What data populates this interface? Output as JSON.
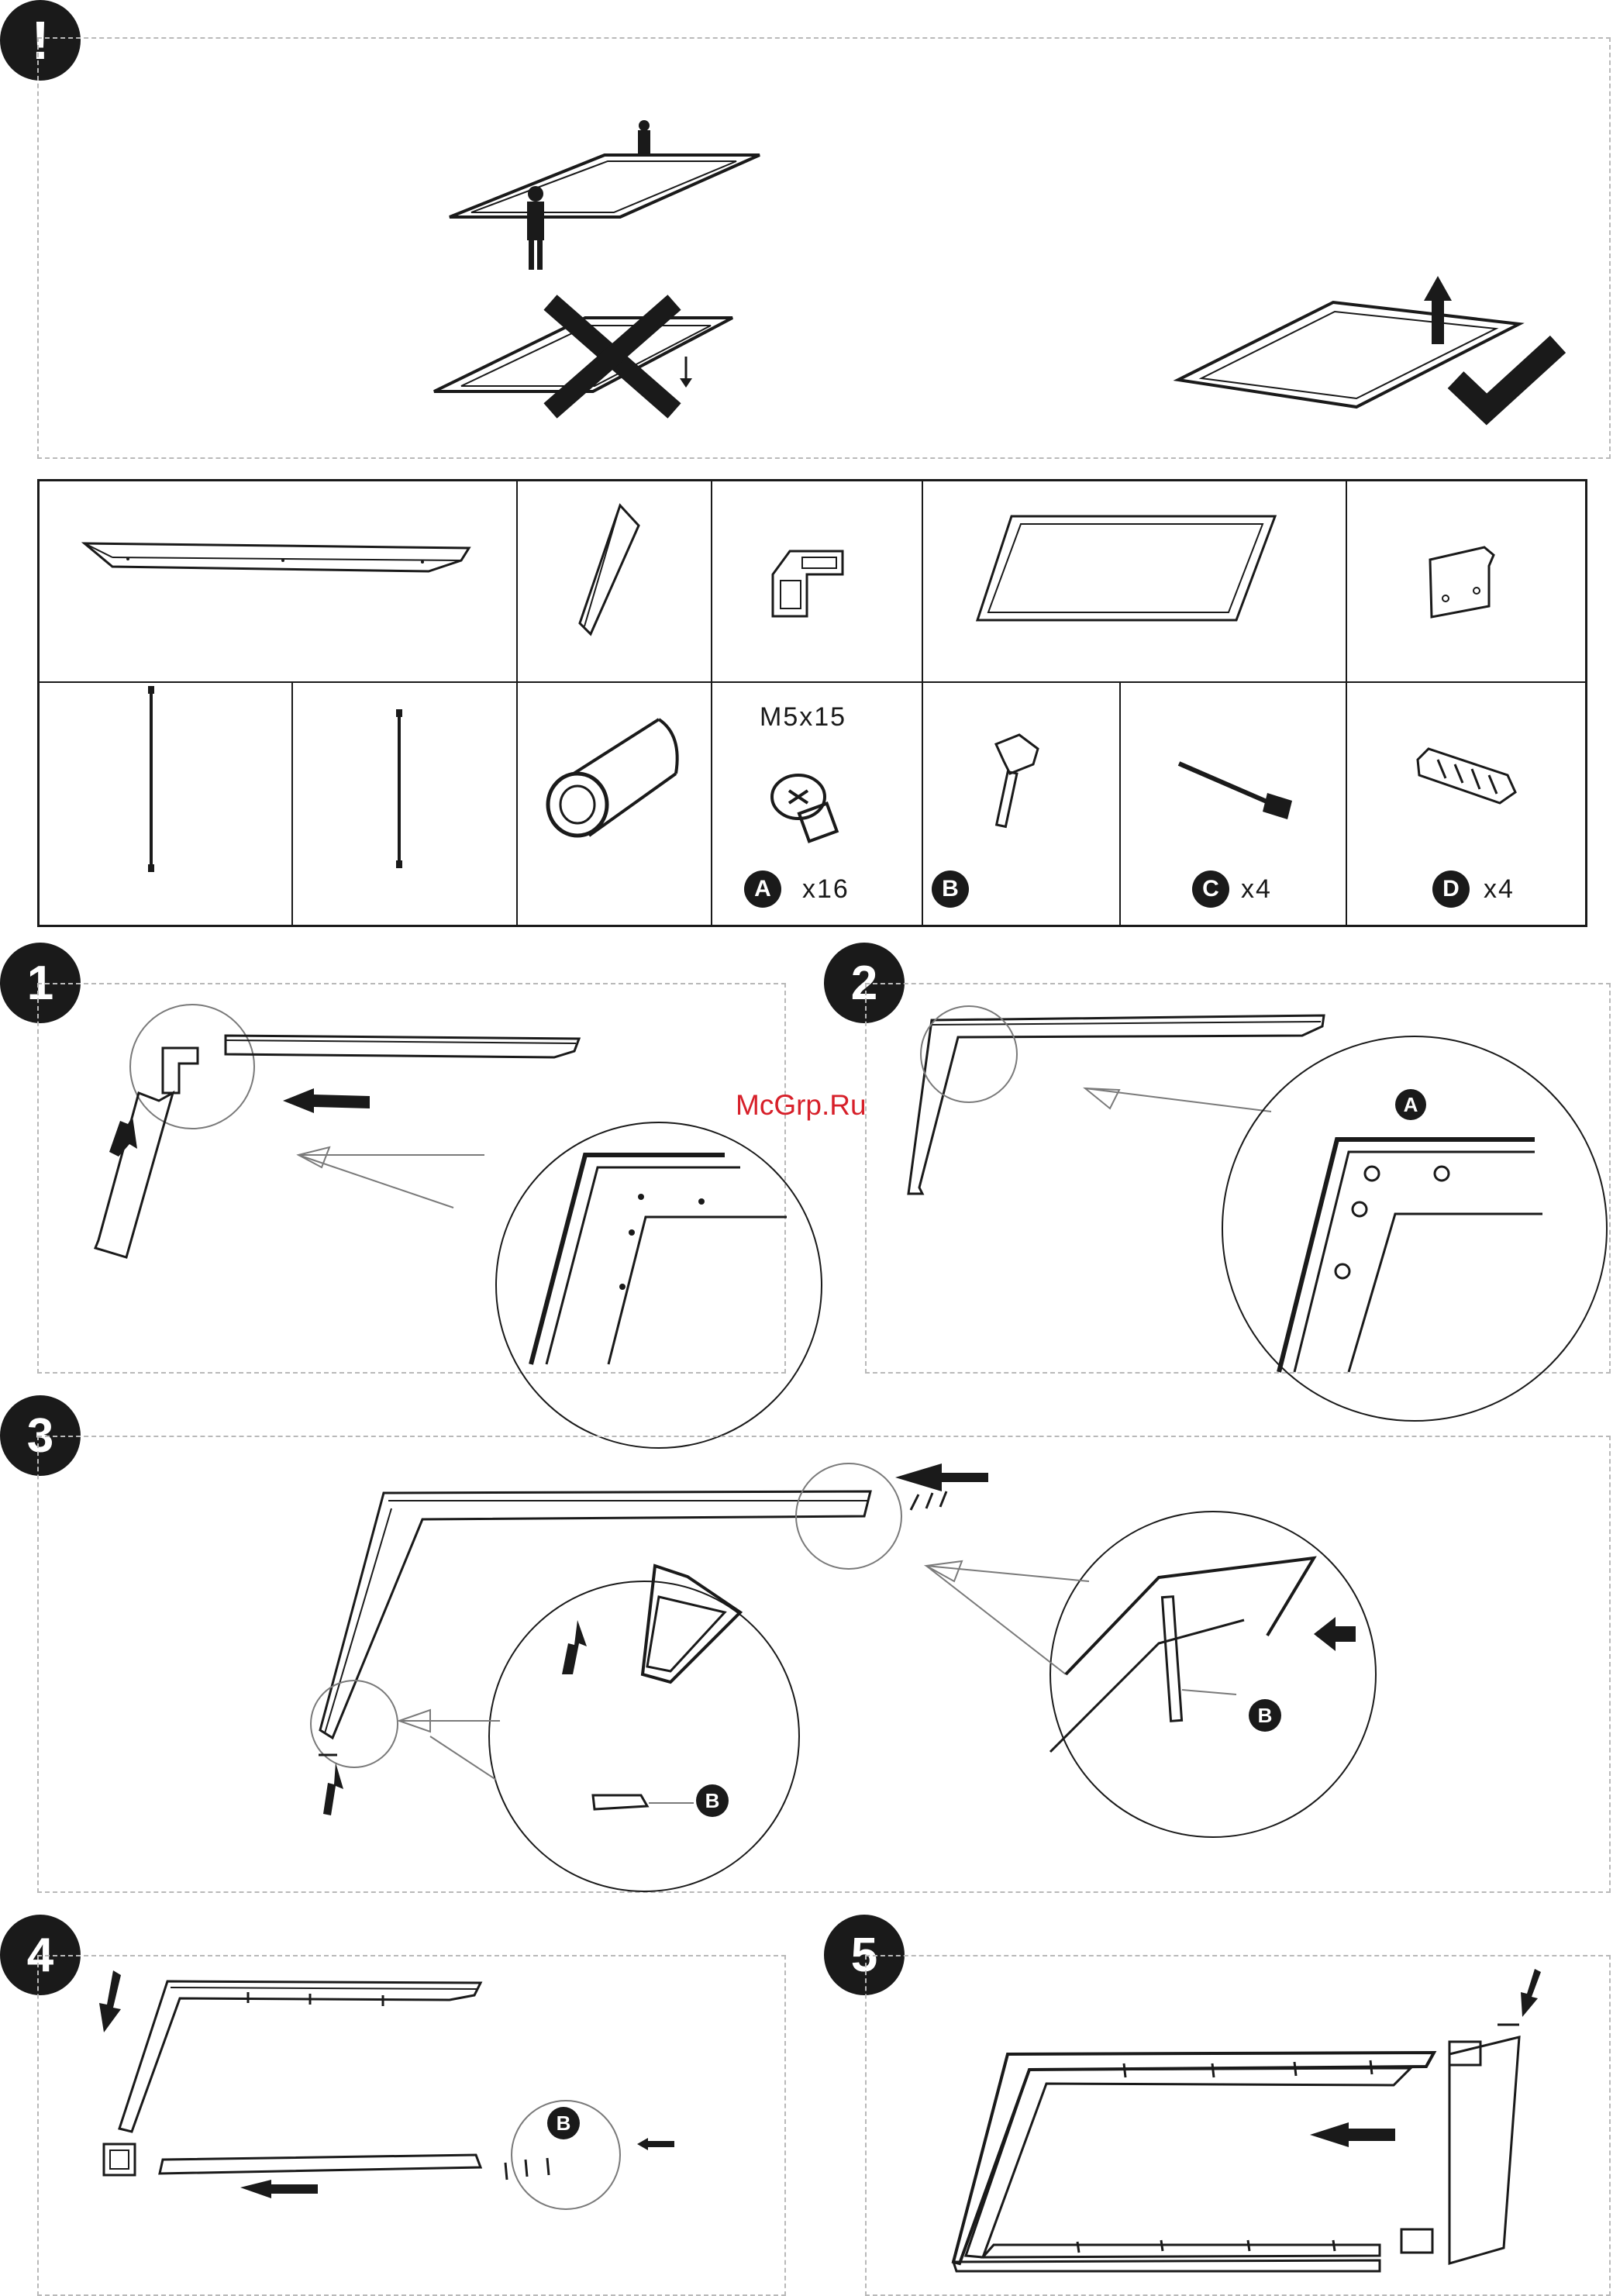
{
  "watermark": "McGrp.Ru",
  "warning": {
    "symbol": "!"
  },
  "parts": {
    "screw_size": "M5x15",
    "items": [
      {
        "letter": "A",
        "qty": "x16"
      },
      {
        "letter": "B",
        "qty": ""
      },
      {
        "letter": "C",
        "qty": "x4"
      },
      {
        "letter": "D",
        "qty": "x4"
      }
    ]
  },
  "steps": [
    {
      "number": "1"
    },
    {
      "number": "2",
      "callout": "A"
    },
    {
      "number": "3",
      "callouts": [
        "B",
        "B"
      ]
    },
    {
      "number": "4",
      "callout": "B"
    },
    {
      "number": "5"
    }
  ],
  "colors": {
    "ink": "#1a1a1a",
    "dash": "#b9b9b9",
    "watermark": "#d7202a"
  }
}
